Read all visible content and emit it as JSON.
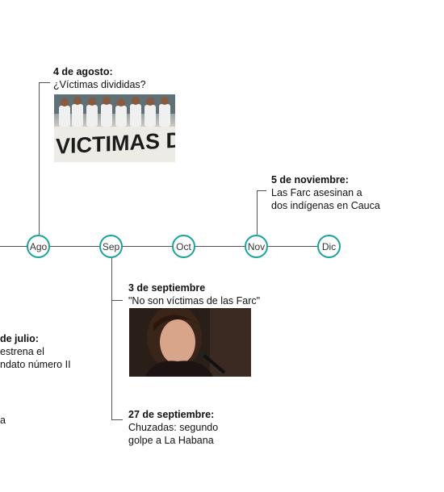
{
  "months": [
    "Ago",
    "Sep",
    "Oct",
    "Nov",
    "Dic"
  ],
  "accent_color": "#1aa39a",
  "events": {
    "aug4": {
      "date": "4 de agosto:",
      "text": "¿Víctimas divididas?",
      "banner_text": "VICTIMAS DE LA"
    },
    "nov5": {
      "date": "5 de noviembre:",
      "text_line1": "Las Farc asesinan a",
      "text_line2": "dos indígenas en Cauca"
    },
    "sep3": {
      "date": "3 de septiembre",
      "text": "\"No son víctimas de las Farc\""
    },
    "sep27": {
      "date": "27 de septiembre:",
      "text_line1": "Chuzadas: segundo",
      "text_line2": "golpe a La Habana"
    },
    "july": {
      "date": "de julio:",
      "text_line1": "estrena el",
      "text_line2": "ndato número II",
      "text_line3": "a"
    }
  }
}
